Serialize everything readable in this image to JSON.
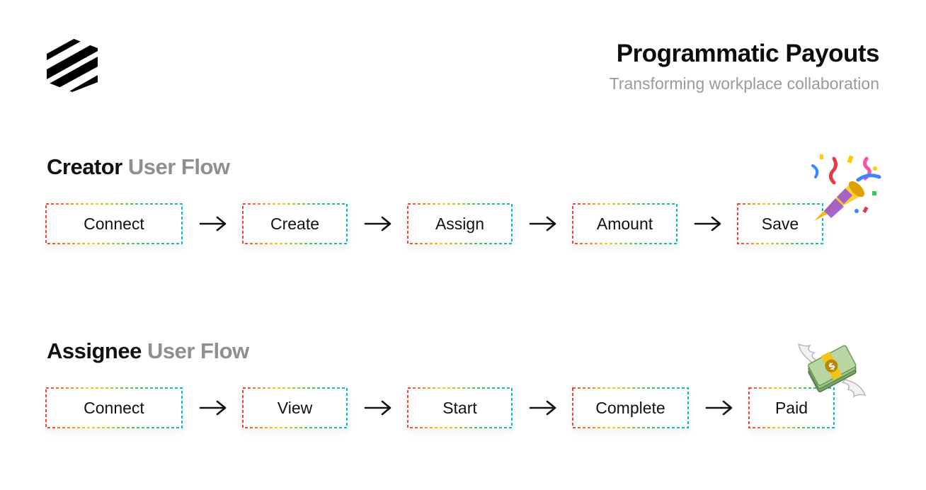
{
  "header": {
    "title": "Programmatic Payouts",
    "subtitle": "Transforming workplace collaboration"
  },
  "flows": [
    {
      "label_strong": "Creator",
      "label_muted": "User Flow",
      "steps": [
        "Connect",
        "Create",
        "Assign",
        "Amount",
        "Save"
      ],
      "end_icon": "party-popper-icon"
    },
    {
      "label_strong": "Assignee",
      "label_muted": "User Flow",
      "steps": [
        "Connect",
        "View",
        "Start",
        "Complete",
        "Paid"
      ],
      "end_icon": "money-with-wings-icon"
    }
  ],
  "colors": {
    "dash_gradient": [
      "#ff3b30",
      "#ffcc00",
      "#34c759",
      "#00bcd4"
    ],
    "muted_text": "#8f8f8f",
    "subtitle_text": "#9a9a9a"
  }
}
